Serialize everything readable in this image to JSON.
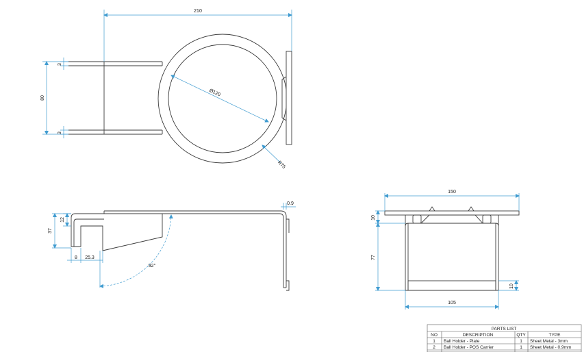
{
  "dimensions": {
    "top_width": "210",
    "top_height": "80",
    "slot_upper": "3",
    "slot_lower": "3",
    "circle_diameter": "Ø120",
    "circle_radius": "R75",
    "side_height": "37",
    "side_tab": "12",
    "side_thickness": "0.9",
    "side_gap": "8",
    "side_depth": "25.3",
    "side_angle": "92°",
    "front_width": "150",
    "front_top": "10",
    "front_height": "77",
    "front_bottom": "10",
    "front_base": "105"
  },
  "parts_list": {
    "title": "PARTS LIST",
    "headers": [
      "NO",
      "DESCRIPTION",
      "QTY",
      "TYPE"
    ],
    "rows": [
      [
        "1",
        "Ball Holder - Plate",
        "1",
        "Sheet Metal - 3mm"
      ],
      [
        "2",
        "Ball Holder - POS Carrier",
        "1",
        "Sheet Metal - 0.9mm"
      ]
    ]
  }
}
